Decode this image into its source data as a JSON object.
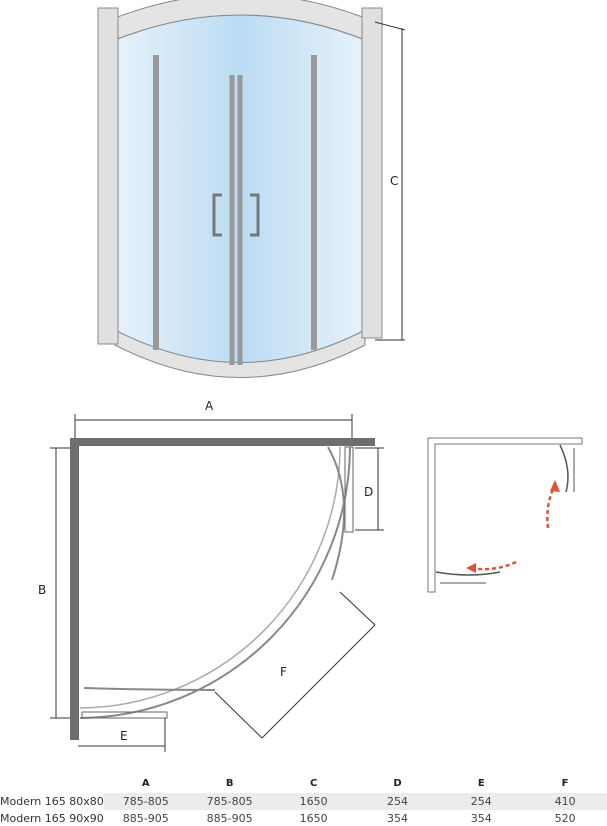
{
  "dimension_labels": {
    "A": "A",
    "B": "B",
    "C": "C",
    "D": "D",
    "E": "E",
    "F": "F"
  },
  "table": {
    "headers": [
      "A",
      "B",
      "C",
      "D",
      "E",
      "F"
    ],
    "rows": [
      {
        "model": "Modern 165 80x80",
        "values": [
          "785-805",
          "785-805",
          "1650",
          "254",
          "254",
          "410"
        ]
      },
      {
        "model": "Modern 165 90x90",
        "values": [
          "885-905",
          "885-905",
          "1650",
          "354",
          "354",
          "520"
        ]
      }
    ]
  },
  "colors": {
    "wall": "#6e6e6e",
    "glass": "#cfe6f7",
    "frame": "#d9d9d9",
    "arrow": "#e0513a"
  }
}
